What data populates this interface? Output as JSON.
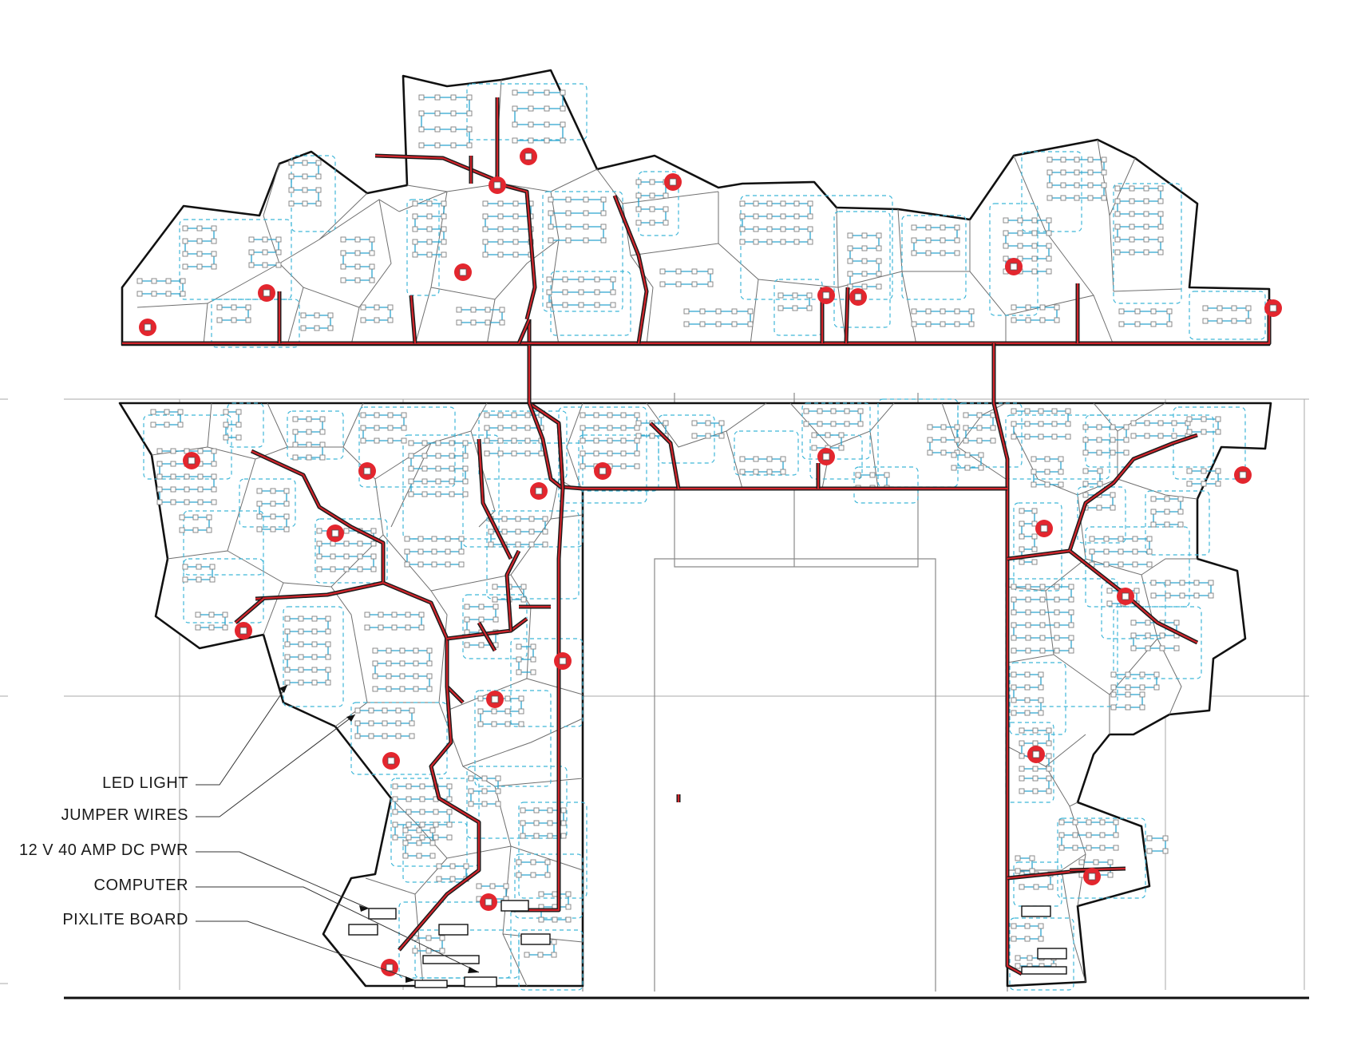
{
  "legend": {
    "led_light": "LED LIGHT",
    "jumper_wires": "JUMPER WIRES",
    "power_supply": "12 V 40 AMP DC PWR",
    "computer": "COMPUTER",
    "pixlite_board": "PIXLITE BOARD"
  },
  "colors": {
    "panel_outline": "#111111",
    "cell_lines": "#6f6f6f",
    "led_chain": "#2aa5cf",
    "led_node": "#7f7f7f",
    "jumper_dashed": "#3fb6d8",
    "power_cable_outer": "#1a1a1a",
    "power_cable_inner": "#d0242b",
    "pixlite_marker": "#e3262e",
    "grid_lines": "#a9a9a9"
  }
}
